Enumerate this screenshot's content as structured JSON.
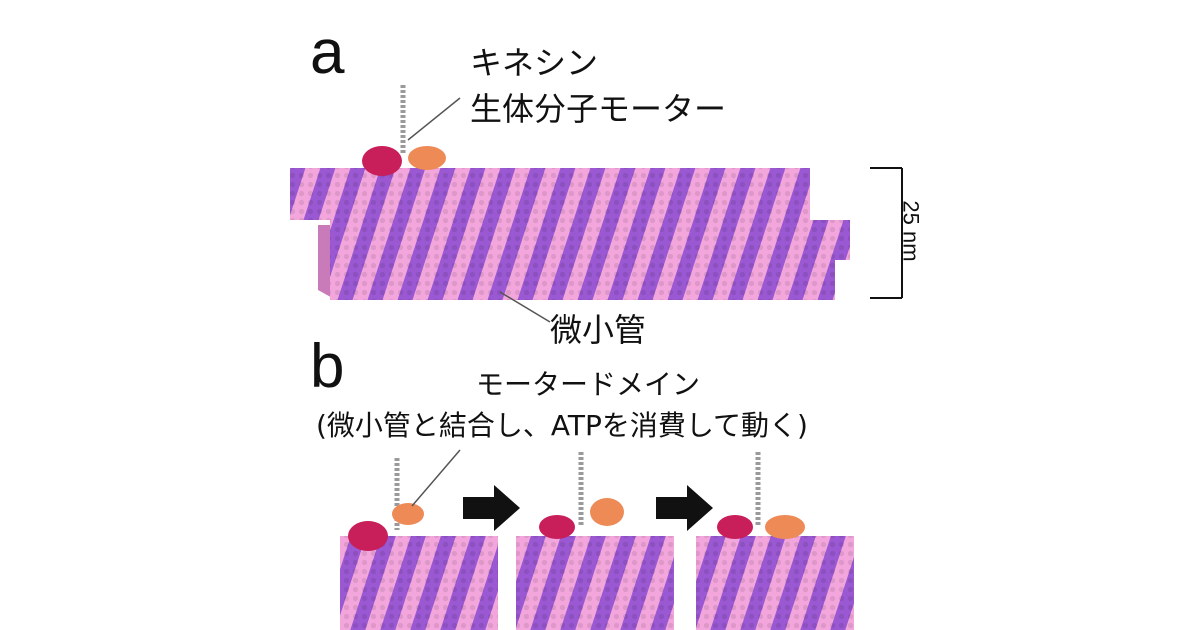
{
  "panel_a": {
    "letter": "a",
    "kinesin_label_line1": "キネシン",
    "kinesin_label_line2": "生体分子モーター",
    "microtubule_label": "微小管",
    "scale_label": "25 nm"
  },
  "panel_b": {
    "letter": "b",
    "motor_domain_label": "モータードメイン",
    "motor_domain_note": "(微小管と結合し、ATPを消費して動く)",
    "frames": 3
  },
  "colors": {
    "tubulin_light": "#f3a6dc",
    "tubulin_dark": "#9a58d2",
    "head_crimson": "#c81e5a",
    "head_orange": "#ee8a56",
    "stalk": "#9a9a9a",
    "ink": "#111111"
  },
  "icons": {
    "arrow": "right-arrow-icon"
  }
}
